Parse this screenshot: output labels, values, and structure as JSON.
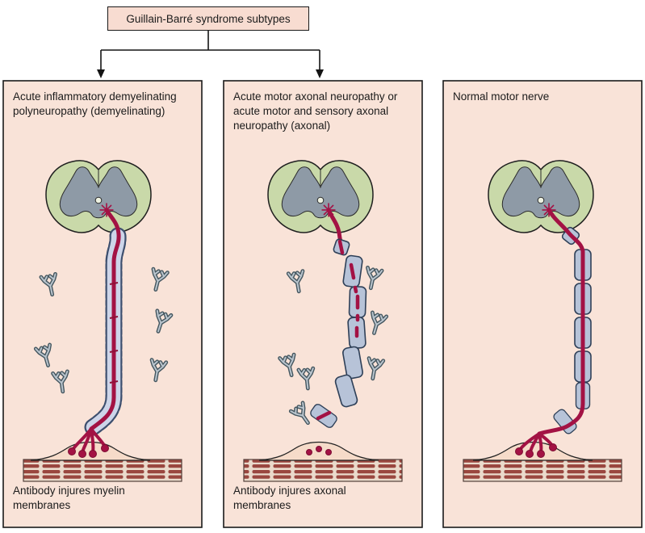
{
  "figure": {
    "title_box": "Guillain-Barré syndrome subtypes"
  },
  "panels": [
    {
      "title": "Acute inflammatory demyelinating polyneuropathy (demyelinating)",
      "caption": "Antibody injures myelin membranes"
    },
    {
      "title": "Acute motor axonal neuropathy or acute motor and sensory axonal neuropathy (axonal)",
      "caption": "Antibody injures axonal membranes"
    },
    {
      "title": "Normal motor nerve",
      "caption": ""
    }
  ],
  "icons": {
    "antibody-icon": "Y-shaped antibody glyph",
    "spinal-cord-icon": "spinal cord cross-section with grey-matter butterfly",
    "neuron-soma-icon": "red starburst (anterior horn motor neuron)",
    "myelin-segment-icon": "blue rounded internode block",
    "muscle-icon": "striped muscle fibre band",
    "arrow-icon": "downward connector arrow"
  },
  "colors": {
    "panel_bg": "#f9e3d8",
    "title_box_bg": "#f8dcd1",
    "outline": "#1a1a1a",
    "nerve_red": "#a31244",
    "myelin_blue": "#b7c3d8",
    "myelin_band": "#cdd5e9",
    "cord_green": "#c9d9a9",
    "gray_matter": "#8e9aa6",
    "muscle_red": "#9a473f",
    "antibody_gray": "#b9c4cd"
  }
}
